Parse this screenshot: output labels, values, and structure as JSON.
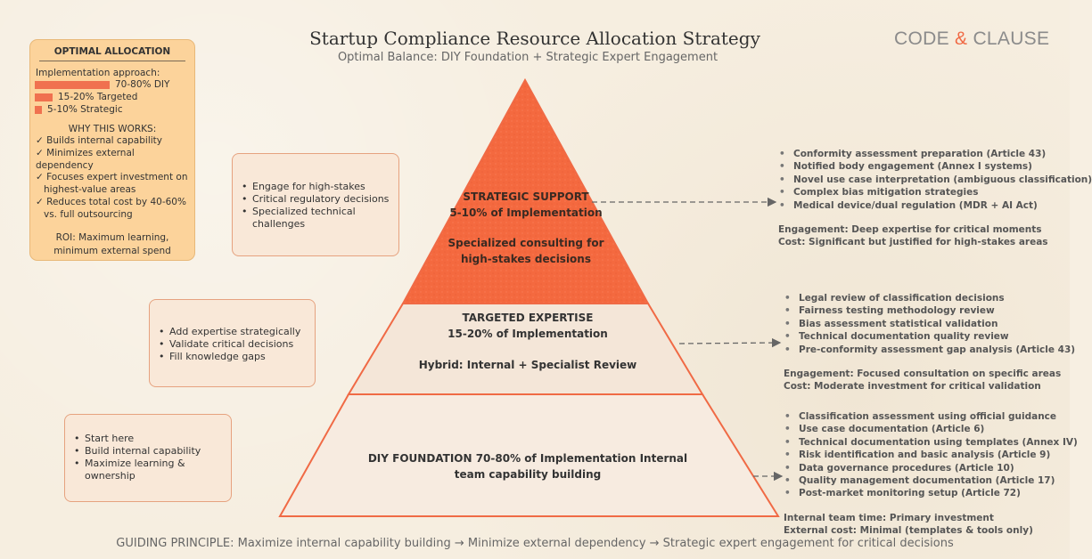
{
  "title": "Startup Compliance Resource Allocation Strategy",
  "subtitle": "Optimal Balance: DIY Foundation + Strategic Expert Engagement",
  "logo": {
    "part1": "CODE ",
    "amp": "&",
    "part2": " CLAUSE"
  },
  "allocation": {
    "heading": "OPTIMAL ALLOCATION",
    "approach": "Implementation approach:",
    "rows": [
      {
        "label": "70-80% DIY",
        "share": 0.75
      },
      {
        "label": "15-20% Targeted",
        "share": 0.175
      },
      {
        "label": "5-10% Strategic",
        "share": 0.075
      }
    ],
    "why": "WHY THIS WORKS:",
    "check1": "✓ Builds internal capability",
    "check2": "✓ Minimizes external dependency",
    "check3a": "✓ Focuses expert investment on",
    "check3b": "highest-value areas",
    "check4a": "✓ Reduces total cost by 40-60%",
    "check4b": "vs. full outsourcing",
    "roi1": "ROI: Maximum learning,",
    "roi2": "minimum external spend"
  },
  "notes": {
    "strategic": [
      "Engage for high-stakes",
      "Critical regulatory decisions",
      "Specialized technical challenges"
    ],
    "targeted": [
      "Add expertise strategically",
      "Validate critical decisions",
      "Fill knowledge gaps"
    ],
    "diy": [
      "Start here",
      "Build internal capability",
      "Maximize learning & ownership"
    ]
  },
  "pyramid": {
    "strategic": {
      "line1": "STRATEGIC SUPPORT",
      "line2": "5-10% of Implementation",
      "line3": "Specialized consulting for",
      "line4": "high-stakes decisions"
    },
    "targeted": {
      "line1": "TARGETED EXPERTISE",
      "line2": "15-20% of Implementation",
      "line3": "Hybrid: Internal + Specialist Review"
    },
    "diy": {
      "line1": "DIY FOUNDATION 70-80% of Implementation Internal",
      "line2": "team capability building"
    }
  },
  "details": {
    "strategic": {
      "items": [
        "Conformity assessment preparation (Article 43)",
        "Notified body engagement (Annex I systems)",
        "Novel use case interpretation (ambiguous classification)",
        "Complex bias mitigation strategies",
        "Medical device/dual regulation (MDR + AI Act)"
      ],
      "engagement": "Engagement: Deep expertise for critical moments",
      "cost": "Cost: Significant but justified for high-stakes areas"
    },
    "targeted": {
      "items": [
        "Legal review of classification decisions",
        "Fairness testing methodology review",
        " Bias assessment statistical validation",
        "Technical documentation quality review",
        "Pre-conformity assessment gap analysis (Article 43)"
      ],
      "engagement": "Engagement: Focused consultation on specific areas",
      "cost": "Cost: Moderate investment for critical validation"
    },
    "diy": {
      "items": [
        "Classification assessment using official guidance",
        "Use case documentation (Article 6)",
        "Technical documentation using templates (Annex IV)",
        "Risk identification and basic analysis (Article 9)",
        "Data governance procedures (Article 10)",
        "Quality management documentation (Article 17)",
        "Post-market monitoring setup (Article 72)"
      ],
      "engagement": "Internal team time: Primary investment",
      "cost": "External cost: Minimal (templates & tools only)"
    }
  },
  "footer": "GUIDING PRINCIPLE: Maximize internal capability building → Minimize external dependency → Strategic expert engagement for critical decisions",
  "colors": {
    "accent": "#f06a45",
    "tier_fill": "#f7ebe0",
    "allocation_bg": "#fcd39b"
  }
}
